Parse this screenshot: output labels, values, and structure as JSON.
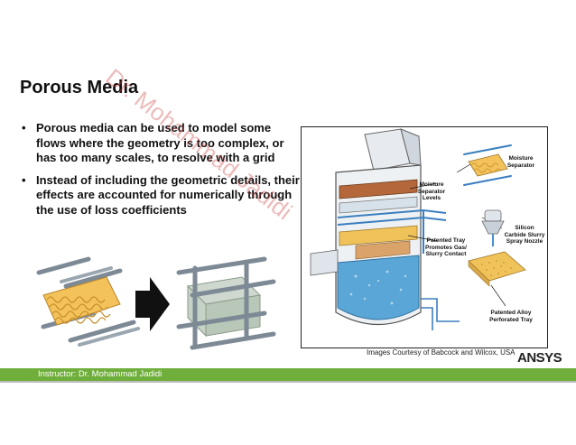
{
  "slide": {
    "title": "Porous Media",
    "bullets": [
      "Porous media can be used to model some flows where the geometry is too complex, or has too many scales, to resolve with a grid",
      "Instead of including the geometric details, their effects are accounted for numerically through the use of loss coefficients"
    ],
    "caption": "Images Courtesy of Babcock and Wilcox, USA",
    "logo": {
      "main": "ANSYS"
    },
    "footer": "Instructor: Dr. Mohammad Jadidi",
    "watermark": "Dr. Mohammad Jadidi"
  },
  "figure_labels": {
    "moisture_separator_levels": "Moisture Separator Levels",
    "patented_tray": "Patented Tray Promotes Gas/ Slurry Contact",
    "moisture_separator": "Moisture Separator",
    "silicon_carbide": "Silicon Carbide Slurry Spray Nozzle",
    "patented_alloy": "Patented Alloy Perforated Tray"
  },
  "colors": {
    "footer_green": "#6fae3a",
    "tray_yellow": "#f3c25a",
    "water_blue": "#5aa6d6",
    "logo_accent": "#f2a900"
  }
}
